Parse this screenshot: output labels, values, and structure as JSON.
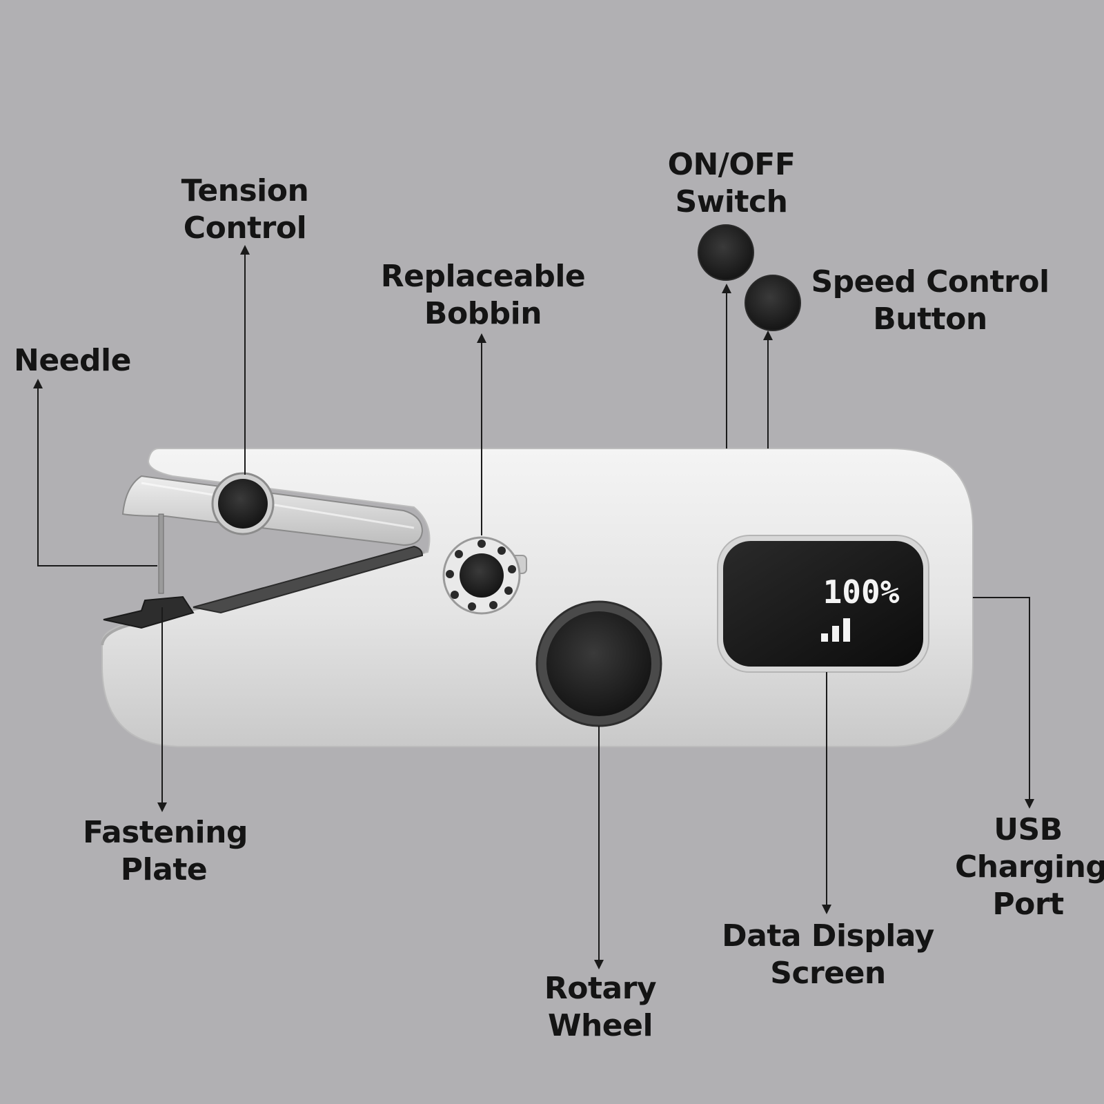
{
  "labels": {
    "tension_control": [
      "Tension",
      "Control"
    ],
    "needle": [
      "Needle"
    ],
    "replaceable_bobbin": [
      "Replaceable",
      "Bobbin"
    ],
    "on_off_switch": [
      "ON/OFF",
      "Switch"
    ],
    "speed_control_button": [
      "Speed Control",
      "Button"
    ],
    "fastening_plate": [
      "Fastening",
      "Plate"
    ],
    "rotary_wheel": [
      "Rotary",
      "Wheel"
    ],
    "data_display_screen": [
      "Data Display",
      "Screen"
    ],
    "usb_charging_port": [
      "USB",
      "Charging",
      "Port"
    ]
  },
  "display": {
    "battery_level_text": "100%",
    "signal_bars_lit": 3
  },
  "colors": {
    "background": "#b1b0b3",
    "device_body": "#e6e6e6",
    "button": "#1e1e1e",
    "screen": "#111111",
    "label_text": "#141414"
  }
}
